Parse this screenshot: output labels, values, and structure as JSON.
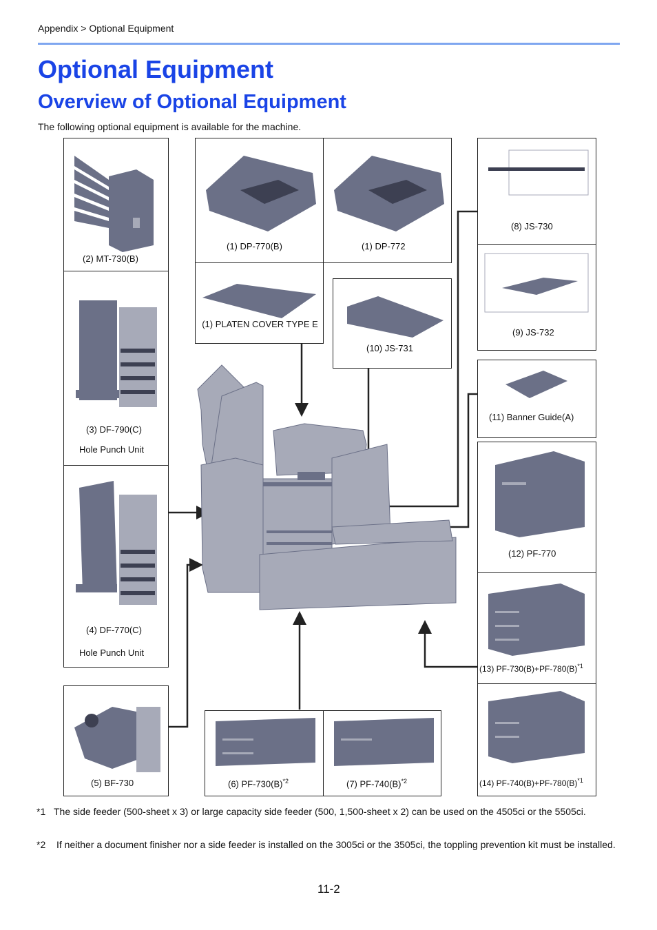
{
  "header": {
    "breadcrumb": "Appendix > Optional Equipment",
    "title": "Optional Equipment",
    "subtitle": "Overview of Optional Equipment",
    "intro": "The following optional equipment is available for the machine."
  },
  "items": {
    "mt730": "(2) MT-730(B)",
    "dp770": "(1) DP-770(B)",
    "dp772": "(1) DP-772",
    "js730": "(8) JS-730",
    "platen": "(1) PLATEN COVER TYPE E",
    "js731": "(10) JS-731",
    "js732": "(9) JS-732",
    "df790": "(3) DF-790(C)",
    "df790_sub": "Hole Punch Unit",
    "banner": "(11) Banner Guide(A)",
    "pf770": "(12) PF-770",
    "df770": "(4) DF-770(C)",
    "df770_sub": "Hole Punch Unit",
    "pf730_780": "(13)  PF-730(B)+PF-780(B)",
    "pf730_780_note": "*1",
    "bf730": "(5) BF-730",
    "pf730": "(6) PF-730(B)",
    "pf730_note": "*2",
    "pf740": "(7) PF-740(B)",
    "pf740_note": "*2",
    "pf740_780": "(14) PF-740(B)+PF-780(B)",
    "pf740_780_note": "*1"
  },
  "footnotes": [
    {
      "mark": "*1",
      "text": "The side feeder (500-sheet x 3) or large capacity side feeder (500, 1,500-sheet x 2) can be used on the 4505ci or the 5505ci."
    },
    {
      "mark": "*2",
      "text": "If neither a document finisher nor a side feeder is installed on the 3005ci or the 3505ci, the toppling prevention kit must be installed."
    }
  ],
  "page_number": "11-2",
  "colors": {
    "heading": "#1a44e6",
    "rule": "#7fa6f0",
    "device": "#6b7087",
    "device_light": "#a7aab8",
    "device_dark": "#3d4052"
  }
}
